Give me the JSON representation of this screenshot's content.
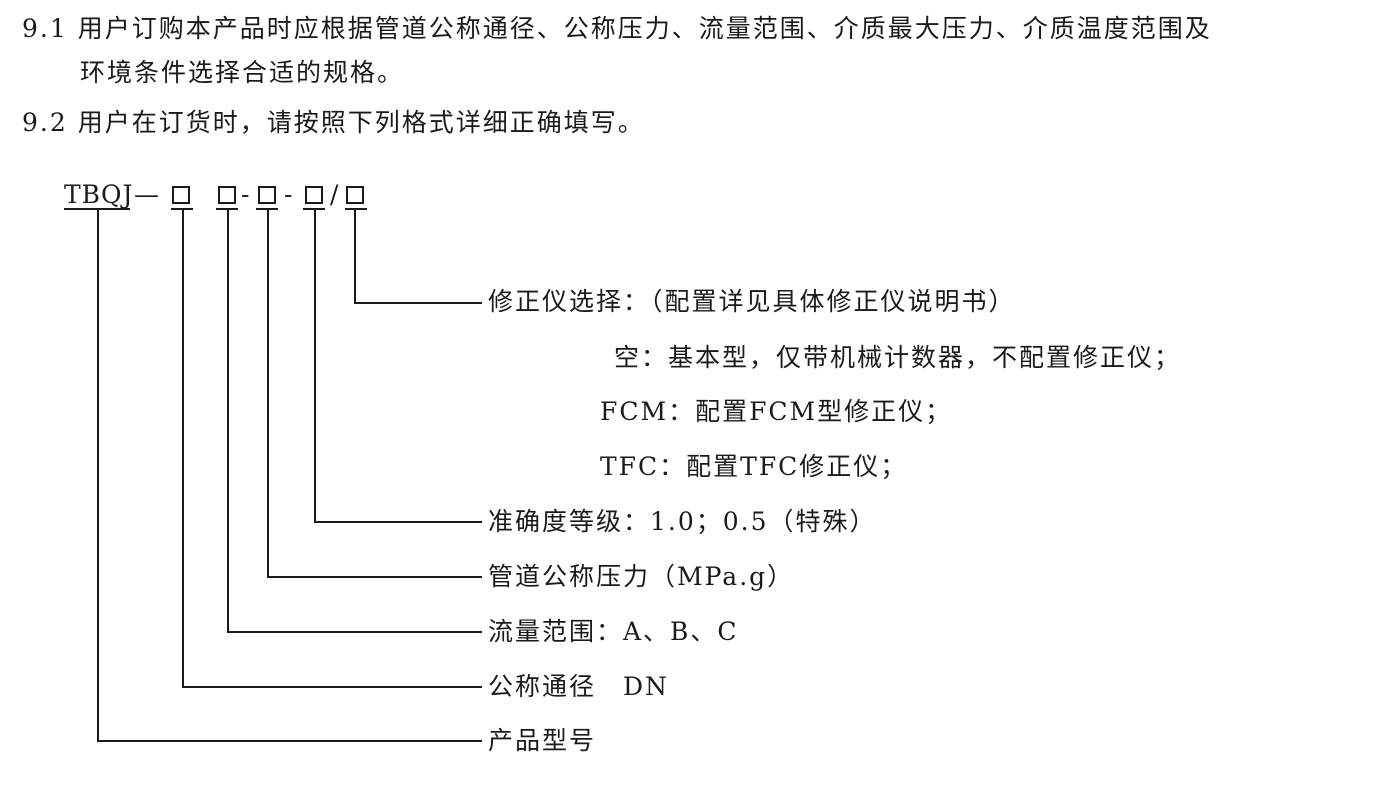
{
  "paragraphs": {
    "p1_line1": "9.1 用户订购本产品时应根据管道公称通径、公称压力、流量范围、介质最大压力、介质温度范围及",
    "p1_line2": "环境条件选择合适的规格。",
    "p2": "9.2 用户在订货时，请按照下列格式详细正确填写。"
  },
  "model_code": {
    "prefix": "TBQJ",
    "dash_long": "—",
    "dash1": "-",
    "dash2": "-",
    "slash": "/"
  },
  "labels": {
    "corrector": "修正仪选择：（配置详见具体修正仪说明书）",
    "corrector_opt1": "空：基本型，仅带机械计数器，不配置修正仪；",
    "corrector_opt2": "FCM：配置FCM型修正仪；",
    "corrector_opt3": "TFC：配置TFC修正仪；",
    "accuracy": "准确度等级：1.0；0.5（特殊）",
    "pressure": "管道公称压力（MPa.g）",
    "flow": "流量范围：A、B、C",
    "diameter": "公称通径　DN",
    "model": "产品型号"
  }
}
